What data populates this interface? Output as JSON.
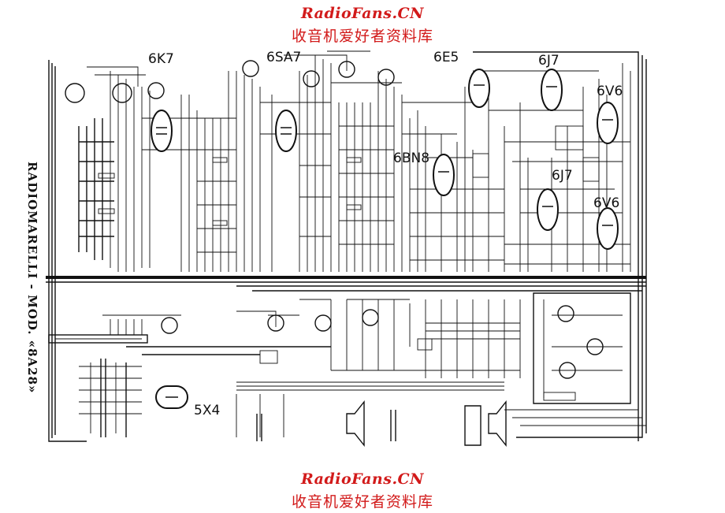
{
  "watermark": {
    "site": "RadioFans.CN",
    "chinese": "收音机爱好者资料库"
  },
  "title": "RADIOMARELLI - MOD. «8A28»",
  "tubes": [
    "6K7",
    "6SA7",
    "6E5",
    "6J7",
    "6V6",
    "6BN8",
    "6J7",
    "6V6",
    "5X4"
  ],
  "colors": {
    "watermark": "#d21a1a",
    "ink": "#111111",
    "paper": "#ffffff"
  }
}
